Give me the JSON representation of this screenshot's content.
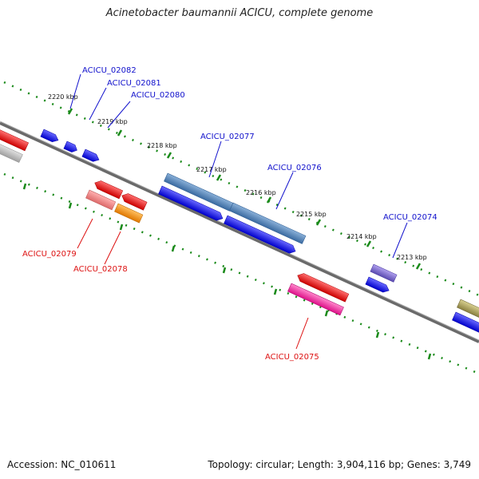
{
  "title": "Acinetobacter baumannii ACICU, complete genome",
  "footer": {
    "accession": "Accession: NC_010611",
    "summary": "Topology: circular; Length: 3,904,116 bp; Genes: 3,749"
  },
  "colors": {
    "backbone": "#7a7a7a",
    "tick": "#1a8a1a",
    "label_forward": "#1010cc",
    "label_reverse": "#dd1111"
  },
  "scale_ticks": [
    {
      "label": "2220 kbp"
    },
    {
      "label": "2219 kbp"
    },
    {
      "label": "2218 kbp"
    },
    {
      "label": "2217 kbp"
    },
    {
      "label": "2216 kbp"
    },
    {
      "label": "2215 kbp"
    },
    {
      "label": "2214 kbp"
    },
    {
      "label": "2213 kbp"
    }
  ],
  "genes_forward": [
    {
      "name": "ACICU_02082",
      "color": "#1a1aee"
    },
    {
      "name": "ACICU_02081",
      "color": "#1a1aee"
    },
    {
      "name": "ACICU_02080",
      "color": "#1a1aee"
    },
    {
      "name": "ACICU_02077",
      "color": "#4a7ab0"
    },
    {
      "name": "ACICU_02076",
      "color": "#4a7ab0"
    },
    {
      "name": "ACICU_02074",
      "color": "#7a6acc"
    }
  ],
  "genes_reverse": [
    {
      "name": "ACICU_02079",
      "color": "#ee2222"
    },
    {
      "name": "ACICU_02078",
      "color": "#ee2222"
    },
    {
      "name": "ACICU_02075",
      "color": "#ee1111"
    }
  ]
}
